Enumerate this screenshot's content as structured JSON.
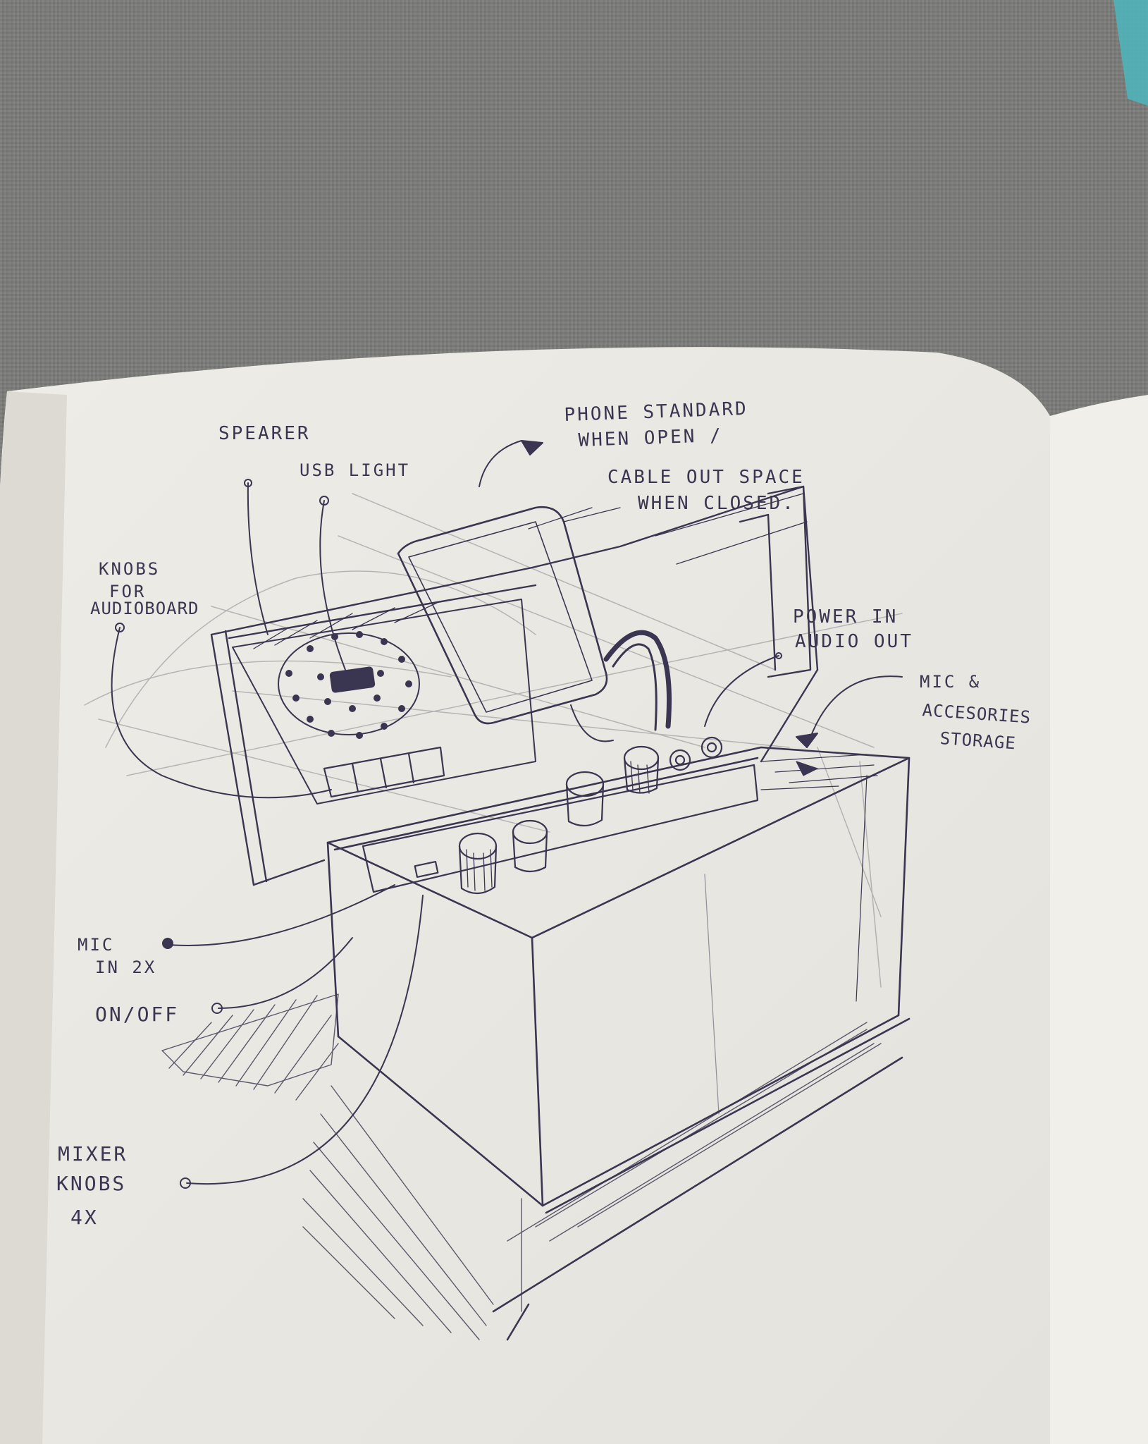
{
  "palette": {
    "fabric": "#7b7b79",
    "paper": "#eae8e2",
    "page_right": "#f1efe9",
    "ink": "#3a3550",
    "pencil": "#8d8a8f",
    "pen_tip": "#4fb3b8"
  },
  "annotations": {
    "speaker": "SPEARER",
    "usb_light": "USB LIGHT",
    "phone_line1": "PHONE STANDARD",
    "phone_line2": "WHEN OPEN /",
    "cable_line1": "CABLE OUT SPACE",
    "cable_line2": "WHEN CLOSED.",
    "knobs_line1": "KNOBS",
    "knobs_line2": "FOR",
    "knobs_line3": "AUDIOBOARD",
    "power_line1": "POWER IN",
    "power_line2": "AUDIO OUT",
    "mic_storage_line1": "MIC &",
    "mic_storage_line2": "ACCESORIES",
    "mic_storage_line3": "STORAGE",
    "mic_in_line1": "MIC",
    "mic_in_line2": "IN 2X",
    "on_off": "ON/OFF",
    "mixer_line1": "MIXER",
    "mixer_line2": "KNOBS",
    "mixer_line3": "4X"
  }
}
